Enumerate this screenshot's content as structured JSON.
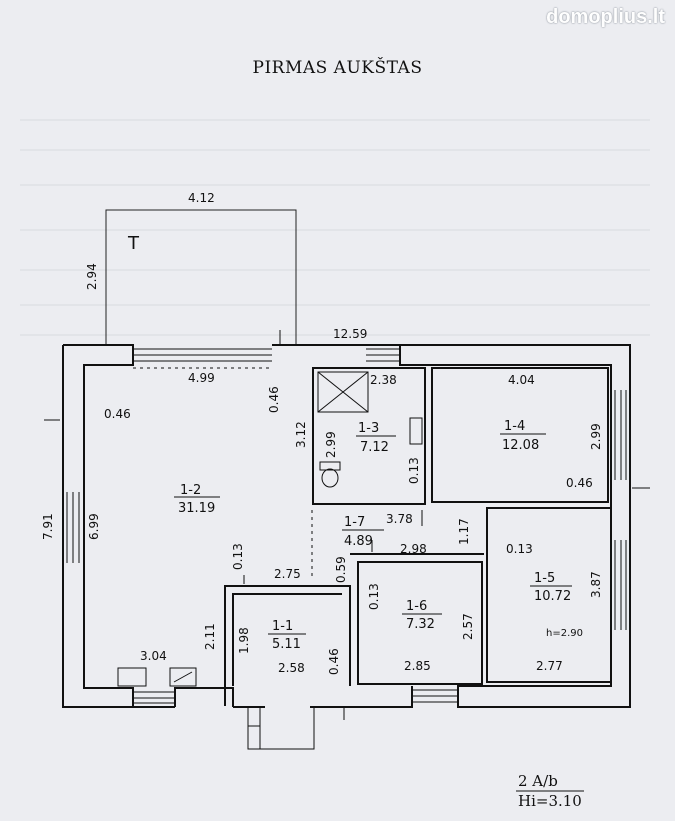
{
  "header": {
    "title": "PIRMAS AUKŠTAS",
    "watermark": "domoplius.lt"
  },
  "terrace": {
    "label": "T",
    "width": "4.12",
    "depth": "2.94"
  },
  "overall": {
    "length": "12.59",
    "depth": "7.91"
  },
  "wall_labels": {
    "west_wall": "0.46",
    "east_wall": "0.46",
    "partition_1": "0.46",
    "partition_2": "0.46"
  },
  "rooms": [
    {
      "id": "1-2",
      "area": "31.19",
      "dims": [
        "4.99",
        "6.99",
        "3.04",
        "2.11"
      ]
    },
    {
      "id": "1-3",
      "area": "7.12",
      "dims": [
        "2.38",
        "2.99",
        "3.12",
        "0.13"
      ]
    },
    {
      "id": "1-4",
      "area": "12.08",
      "dims": [
        "4.04",
        "2.99"
      ]
    },
    {
      "id": "1-7",
      "area": "4.89",
      "dims": [
        "3.78",
        "1.17",
        "0.59",
        "0.13"
      ]
    },
    {
      "id": "1-1",
      "area": "5.11",
      "dims": [
        "2.75",
        "1.98",
        "2.58",
        "0.13"
      ]
    },
    {
      "id": "1-6",
      "area": "7.32",
      "dims": [
        "2.98",
        "2.57",
        "2.85",
        "0.13"
      ]
    },
    {
      "id": "1-5",
      "area": "10.72",
      "dims": [
        "3.87",
        "2.77",
        "0.13"
      ],
      "note": "h=2.90"
    }
  ],
  "stamp": {
    "line1": "2 A/b",
    "line2": "Hi=3.10"
  }
}
